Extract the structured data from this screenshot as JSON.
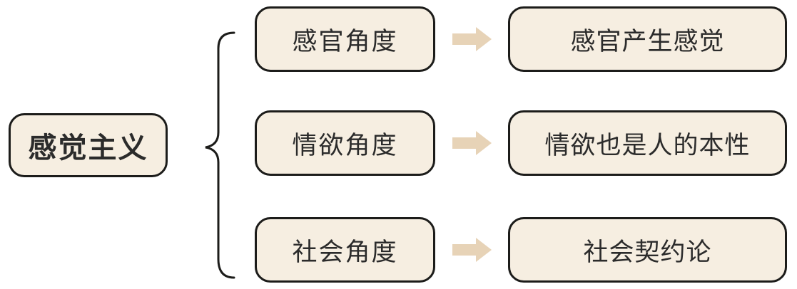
{
  "diagram": {
    "root": {
      "label": "感觉主义"
    },
    "rows": [
      {
        "branch": "感官角度",
        "result": "感官产生感觉"
      },
      {
        "branch": "情欲角度",
        "result": "情欲也是人的本性"
      },
      {
        "branch": "社会角度",
        "result": "社会契约论"
      }
    ],
    "colors": {
      "box_fill": "#f6eee1",
      "box_border": "#1c1c1a",
      "arrow_fill": "#e7d3b7",
      "text": "#2b2b2b",
      "brace": "#1c1c1a"
    }
  }
}
